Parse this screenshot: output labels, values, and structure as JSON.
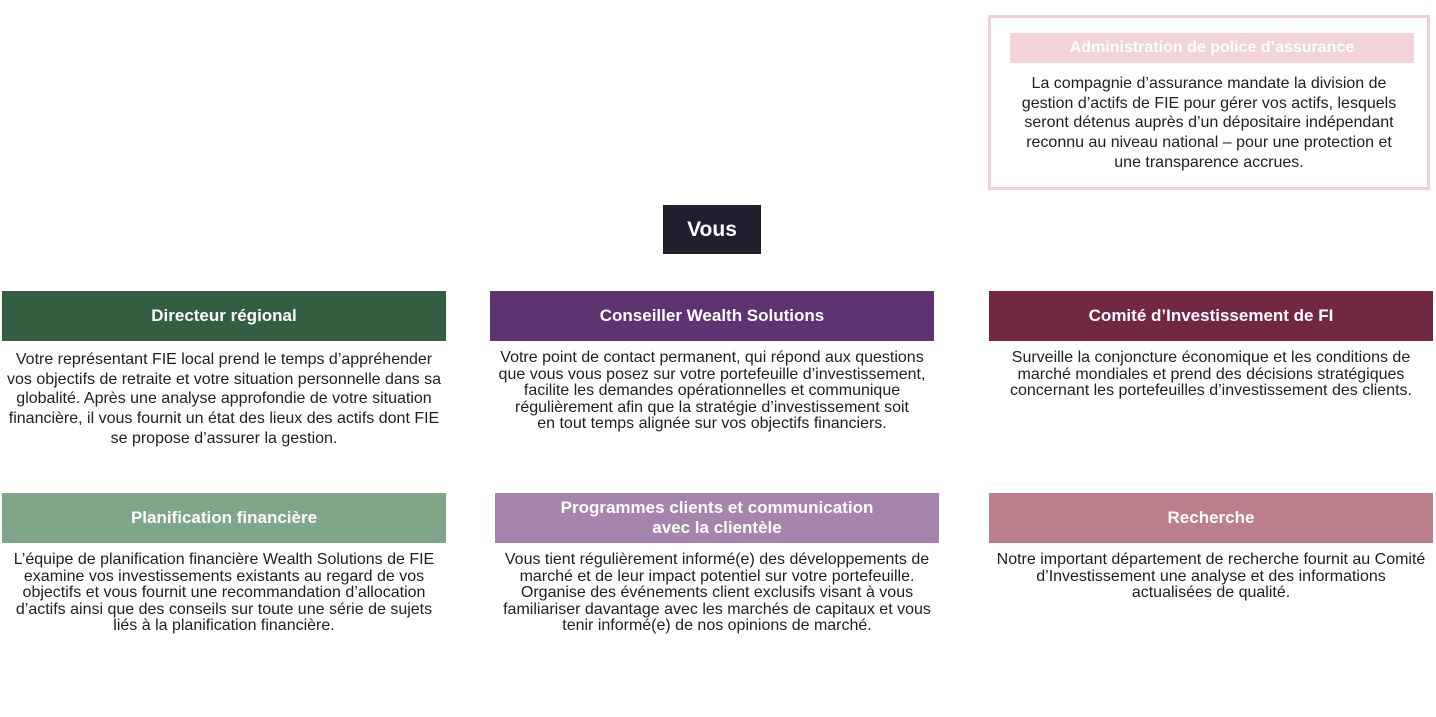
{
  "admin": {
    "title": "Administration de police d’assurance",
    "text": "La compagnie d’assurance mandate la division de\ngestion d’actifs de FIE pour gérer vos actifs, lesquels\nseront détenus auprès d’un dépositaire indépendant\nreconnu au niveau national – pour une protection et\nune transparence accrues."
  },
  "center": {
    "label": "Vous"
  },
  "cards": [
    {
      "title": "Directeur régional",
      "color": "#335e41",
      "text": "Votre représentant FIE local prend le temps d’appréhender\nvos objectifs de retraite et votre situation personnelle dans sa\nglobalité. Après une analyse approfondie de votre situation\nfinancière, il vous fournit un état des lieux des actifs dont FIE\nse propose d’assurer la gestion."
    },
    {
      "title": "Conseiller Wealth Solutions",
      "color": "#5e3371",
      "text": "Votre point de contact permanent, qui répond aux questions\nque vous vous posez sur votre portefeuille d’investissement,\nfacilite les demandes opérationnelles et communique\nrégulièrement afin que la stratégie d’investissement soit\nen tout temps alignée sur vos objectifs financiers."
    },
    {
      "title": "Comité d’Investissement de FI",
      "color": "#722843",
      "text": "Surveille la conjoncture économique et les conditions de\nmarché mondiales et prend des décisions stratégiques\nconcernant les portefeuilles d’investissement des clients."
    },
    {
      "title": "Planification financière",
      "color": "#80a68a",
      "text": "L’équipe de planification financière Wealth Solutions de FIE\nexamine vos investissements existants au regard de vos\nobjectifs et vous fournit une recommandation d’allocation\nd’actifs ainsi que des conseils sur toute une série de sujets\nliés à la planification financière."
    },
    {
      "title": "Programmes clients et communication\navec la clientèle",
      "color": "#a585ac",
      "text": "Vous tient régulièrement informé(e) des développements de\nmarché et de leur impact potentiel sur votre portefeuille.\nOrganise des événements client exclusifs visant à vous\nfamiliariser davantage avec les marchés de capitaux et vous\ntenir informé(e) de nos opinions de marché."
    },
    {
      "title": "Recherche",
      "color": "#bd7e8c",
      "text": "Notre important département de recherche fournit au Comité\nd’Investissement une analyse et des informations\nactualisées de qualité."
    }
  ]
}
